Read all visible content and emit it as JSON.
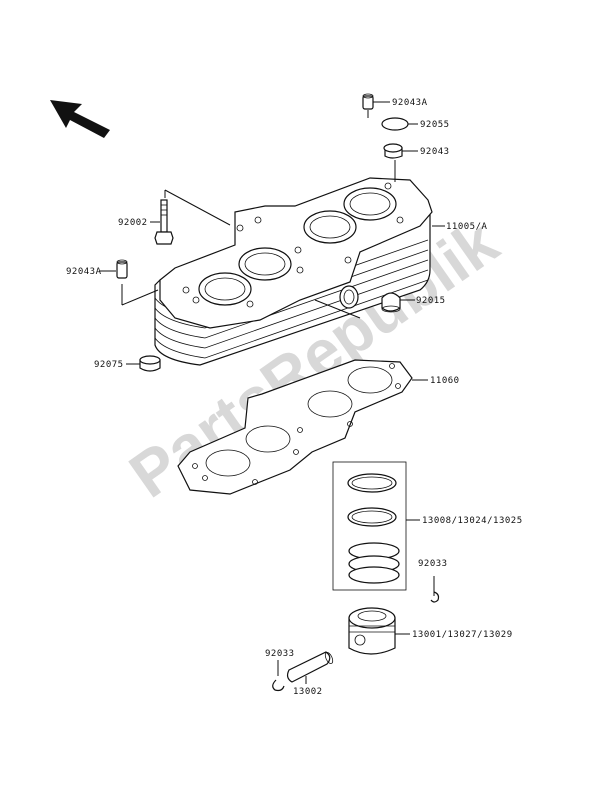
{
  "watermark": "PartsRepublik",
  "labels": {
    "p92043a_top": "92043A",
    "p92055": "92055",
    "p92043": "92043",
    "p92002": "92002",
    "p11005a": "11005/A",
    "p92043a_left": "92043A",
    "p92015": "92015",
    "p92075": "92075",
    "p11060": "11060",
    "p13008": "13008/13024/13025",
    "p92033_right": "92033",
    "p13001": "13001/13027/13029",
    "p92033_left": "92033",
    "p13002": "13002"
  }
}
